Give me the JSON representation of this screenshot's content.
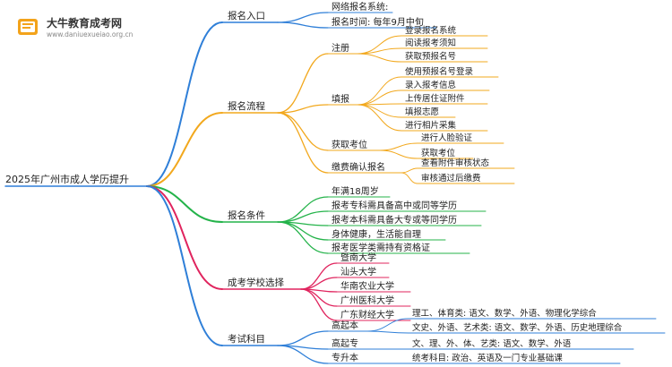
{
  "logo": {
    "title": "大牛教育成考网",
    "url": "www.daniuexueiao.org.cn"
  },
  "root": "2025年广州市成人学历提升",
  "branches": [
    {
      "label": "报名入口",
      "color": "#2f7fd8",
      "children": [
        {
          "label": "网络报名系统:"
        },
        {
          "label": "报名时间: 每年9月中旬"
        }
      ]
    },
    {
      "label": "报名流程",
      "color": "#f2a81d",
      "children": [
        {
          "label": "注册",
          "children": [
            "登录报名系统",
            "阅读报考须知",
            "获取预报名号"
          ]
        },
        {
          "label": "填报",
          "children": [
            "使用预报名号登录",
            "录入报考信息",
            "上传居住证附件",
            "填报志愿",
            "进行相片采集"
          ]
        },
        {
          "label": "获取考位",
          "children": [
            "进行人脸验证",
            "获取考位"
          ]
        },
        {
          "label": "缴费确认报名",
          "children": [
            "查看附件审核状态",
            "审核通过后缴费"
          ]
        }
      ]
    },
    {
      "label": "报名条件",
      "color": "#24b34a",
      "children": [
        {
          "label": "年满18周岁"
        },
        {
          "label": "报考专科需具备高中或同等学历"
        },
        {
          "label": "报考本科需具备大专或等同学历"
        },
        {
          "label": "身体健康，生活能自理"
        },
        {
          "label": "报考医学类需持有资格证"
        }
      ]
    },
    {
      "label": "成考学校选择",
      "color": "#e0245e",
      "children": [
        {
          "label": "暨南大学"
        },
        {
          "label": "汕头大学"
        },
        {
          "label": "华南农业大学"
        },
        {
          "label": "广州医科大学"
        },
        {
          "label": "广东财经大学"
        }
      ]
    },
    {
      "label": "考试科目",
      "color": "#2f7fd8",
      "children": [
        {
          "label": "高起本",
          "children": [
            "理工、体育类: 语文、数学、外语、物理化学综合",
            "文史、外语、艺术类: 语文、数学、外语、历史地理综合"
          ]
        },
        {
          "label": "高起专",
          "children": [
            "文、理、外、体、艺类: 语文、数学、外语"
          ]
        },
        {
          "label": "专升本",
          "children": [
            "统考科目: 政治、英语及一门专业基础课"
          ]
        }
      ]
    }
  ]
}
